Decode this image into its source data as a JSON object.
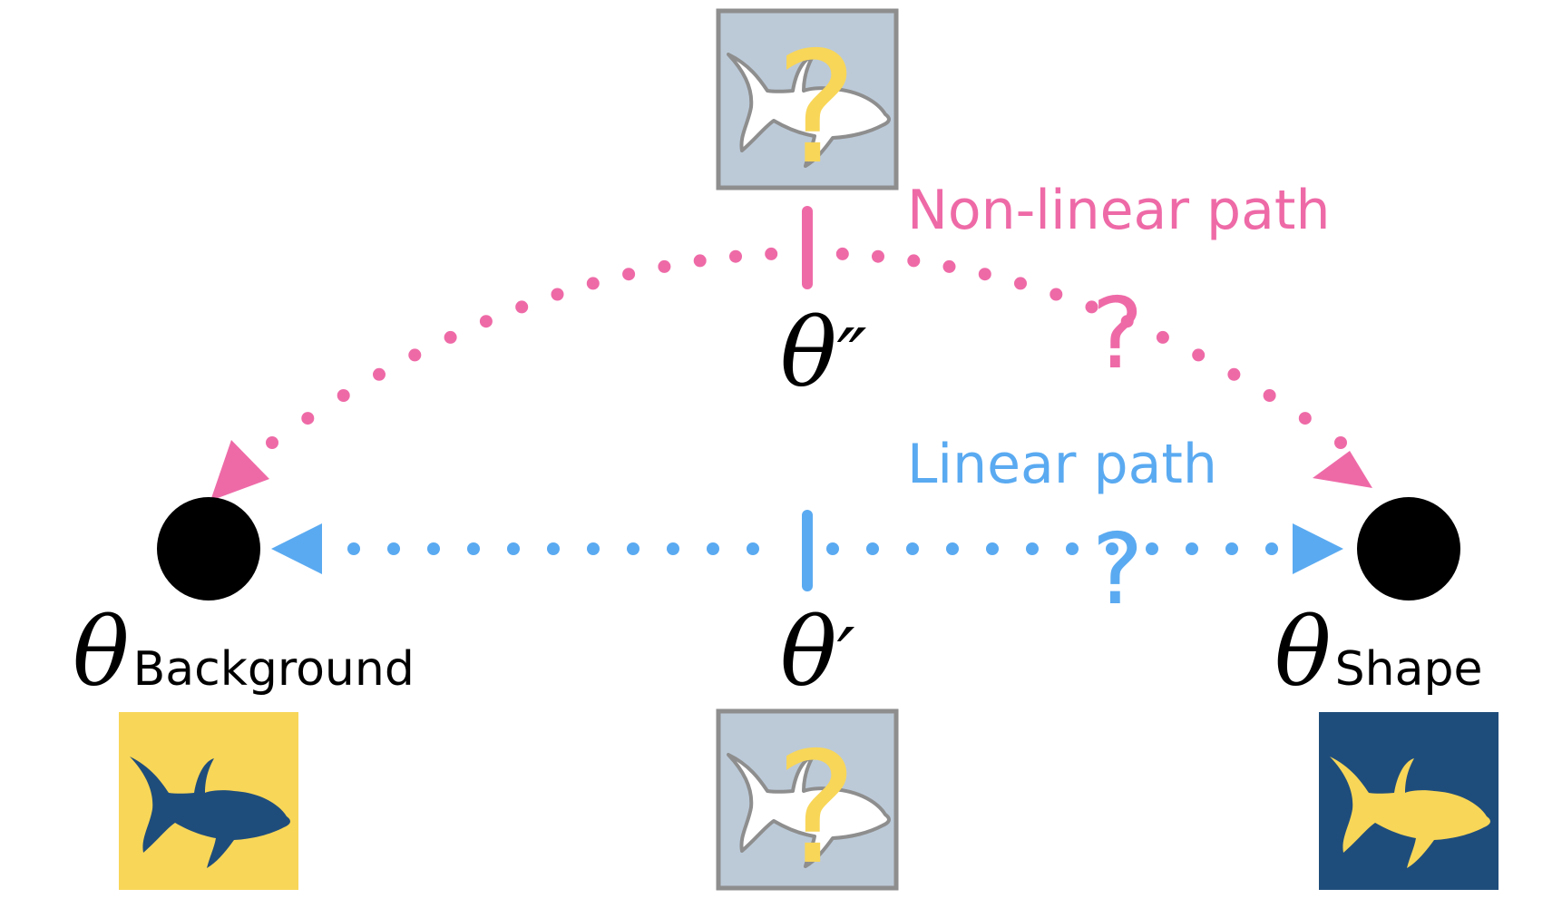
{
  "labels": {
    "nonlinear_path": "Non-linear path",
    "linear_path": "Linear path",
    "question_mark": "?"
  },
  "thetas": {
    "symbol": "θ",
    "double_prime": "″",
    "prime": "′",
    "background_subscript": "Background",
    "shape_subscript": "Shape"
  },
  "colors": {
    "pink": "#ee6aa7",
    "blue": "#5aaaf1",
    "yellow": "#f8d658",
    "navy": "#1f4d7b",
    "tile_gray": "#bccad8",
    "tile_border": "#8e8e8e",
    "node": "#000000"
  },
  "icons": {
    "background_tile": "shark-icon",
    "shape_tile": "shark-icon",
    "unknown_tile": "shark-outline-icon"
  }
}
